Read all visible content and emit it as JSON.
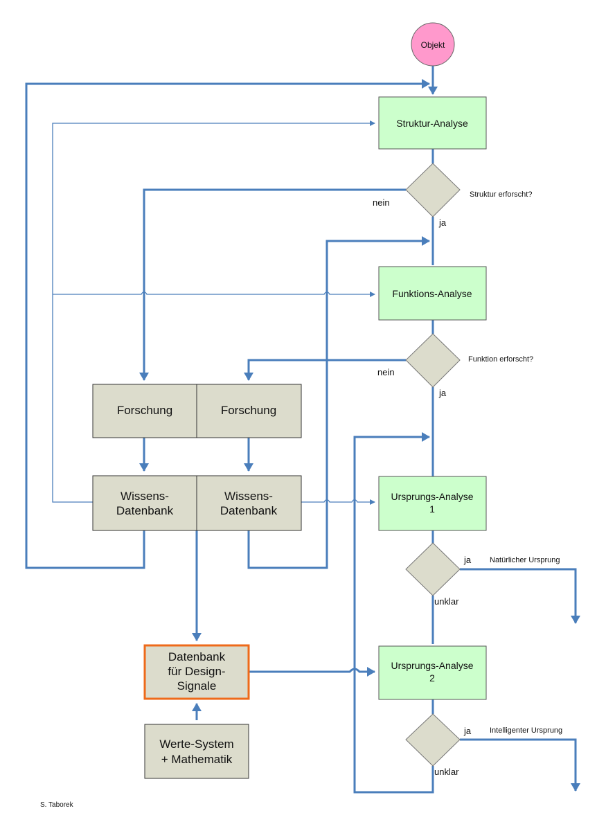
{
  "colors": {
    "line": "#4a7ebb",
    "green_box": "#ccffcc",
    "grey_box": "#dcdccc",
    "start_node": "#ff99cc",
    "highlight_border": "#ee6a1a"
  },
  "nodes": {
    "start": "Objekt",
    "struktur_analyse": "Struktur-Analyse",
    "funktions_analyse": "Funktions-Analyse",
    "ursprungs_analyse_1": [
      "Ursprungs-Analyse",
      "1"
    ],
    "ursprungs_analyse_2": [
      "Ursprungs-Analyse",
      "2"
    ],
    "forschung_left": "Forschung",
    "forschung_right": "Forschung",
    "wissens_left": [
      "Wissens-",
      "Datenbank"
    ],
    "wissens_right": [
      "Wissens-",
      "Datenbank"
    ],
    "design_db": [
      "Datenbank",
      "für Design-",
      "Signale"
    ],
    "werte_system": [
      "Werte-System",
      "+ Mathematik"
    ]
  },
  "decisions": {
    "d1_question": "Struktur erforscht?",
    "d1_no": "nein",
    "d1_yes": "ja",
    "d2_question": "Funktion erforscht?",
    "d2_no": "nein",
    "d2_yes": "ja",
    "d3_yes": "ja",
    "d3_result": "Natürlicher Ursprung",
    "d3_unclear": "unklar",
    "d4_yes": "ja",
    "d4_result": "Intelligenter Ursprung",
    "d4_unclear": "unklar"
  },
  "footer": {
    "author": "S. Taborek"
  }
}
